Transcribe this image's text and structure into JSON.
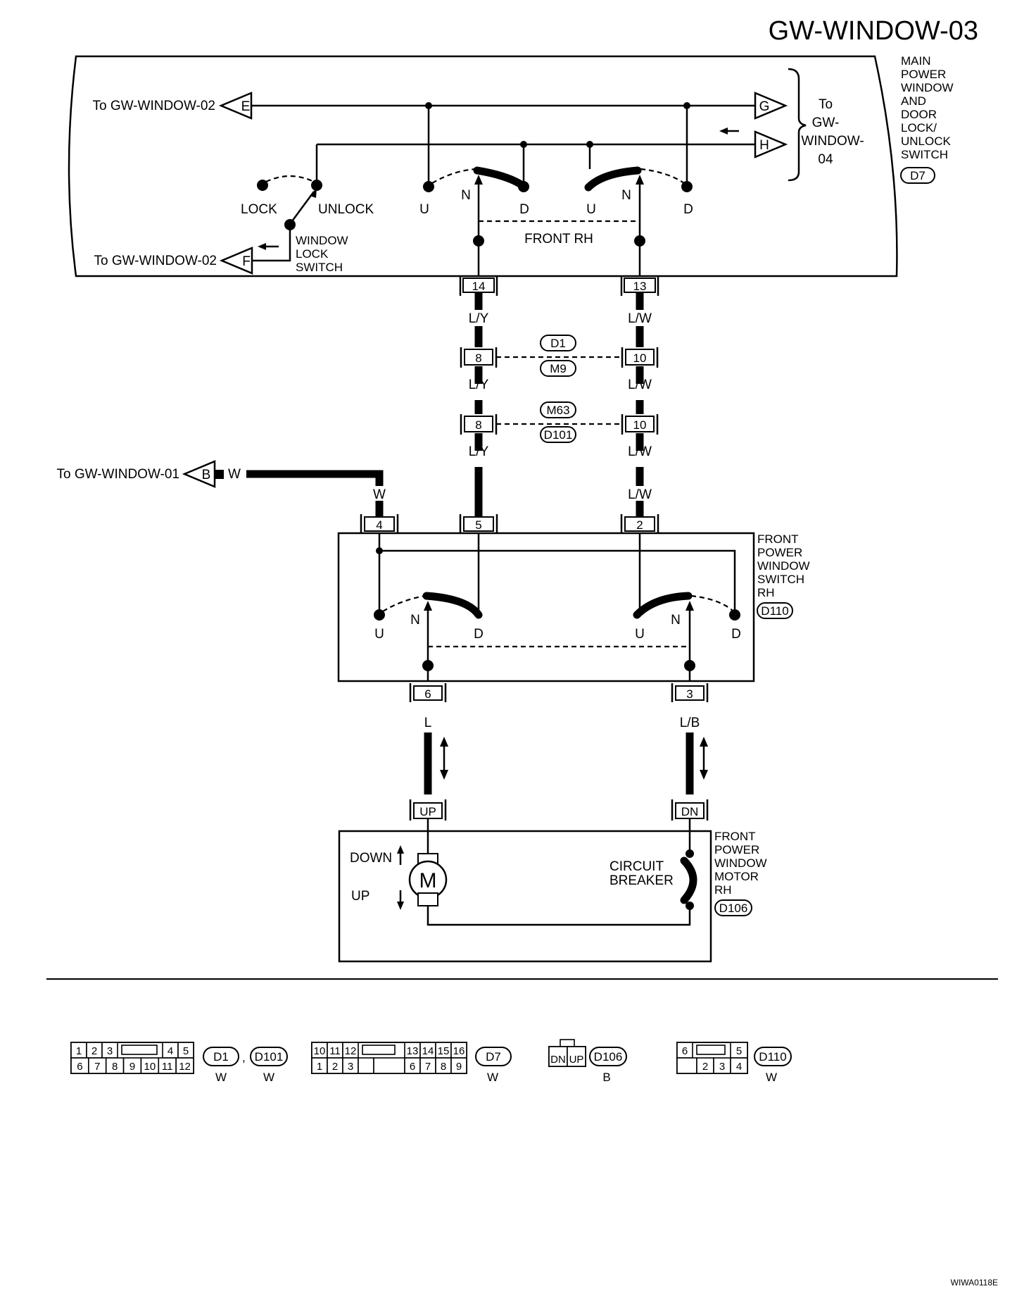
{
  "page": {
    "title": "GW-WINDOW-03",
    "figure_code": "WIWA0118E"
  },
  "main_switch": {
    "name_lines": [
      "MAIN",
      "POWER",
      "WINDOW",
      "AND",
      "DOOR",
      "LOCK/",
      "UNLOCK",
      "SWITCH"
    ],
    "connector": "D7",
    "to_label_lines": [
      "To",
      "GW-",
      "WINDOW-",
      "04"
    ],
    "left_top_ref": "To GW-WINDOW-02",
    "left_bottom_ref": "To GW-WINDOW-02",
    "connector_E": "E",
    "connector_F": "F",
    "connector_G": "G",
    "connector_H": "H",
    "lock_label": "LOCK",
    "unlock_label": "UNLOCK",
    "window_lock_lines": [
      "WINDOW",
      "LOCK",
      "SWITCH"
    ],
    "front_rh_label": "FRONT RH",
    "contact_labels": {
      "u": "U",
      "n": "N",
      "d": "D"
    }
  },
  "wires": {
    "left": {
      "terminal_main": "14",
      "color_1": "L/Y",
      "pin_d1": "8",
      "color_2": "L/Y",
      "pin_m63": "8",
      "color_3": "L/Y",
      "terminal_switch": "5"
    },
    "right": {
      "terminal_main": "13",
      "color_1": "L/W",
      "pin_d1": "10",
      "color_2": "L/W",
      "pin_m63": "10",
      "color_3": "L/W",
      "color_4": "L/W",
      "terminal_switch": "2"
    },
    "junction_1_top": "D1",
    "junction_1_bottom": "M9",
    "junction_2_top": "M63",
    "junction_2_bottom": "D101",
    "power_ref": "To GW-WINDOW-01",
    "power_connector": "B",
    "power_color": "W",
    "power_color_2": "W",
    "power_terminal": "4"
  },
  "front_switch": {
    "name_lines": [
      "FRONT",
      "POWER",
      "WINDOW",
      "SWITCH",
      "RH"
    ],
    "connector": "D110",
    "contact_labels": {
      "u": "U",
      "n": "N",
      "d": "D"
    },
    "terminal_left": "6",
    "terminal_right": "3",
    "color_left": "L",
    "color_right": "L/B"
  },
  "motor": {
    "name_lines": [
      "FRONT",
      "POWER",
      "WINDOW",
      "MOTOR",
      "RH"
    ],
    "connector": "D106",
    "terminal_up": "UP",
    "terminal_dn": "DN",
    "down_label": "DOWN",
    "up_label": "UP",
    "motor_symbol": "M",
    "breaker_lines": [
      "CIRCUIT",
      "BREAKER"
    ]
  },
  "connector_views": {
    "c1": {
      "top": [
        "1",
        "2",
        "3",
        "4",
        "5"
      ],
      "bottom": [
        "6",
        "7",
        "8",
        "9",
        "10",
        "11",
        "12"
      ],
      "ids": [
        "D1",
        "D101"
      ],
      "separator": ",",
      "colors": [
        "W",
        "W"
      ]
    },
    "c2": {
      "top": [
        "10",
        "11",
        "12",
        "13",
        "14",
        "15",
        "16"
      ],
      "bottom": [
        "1",
        "2",
        "3",
        "6",
        "7",
        "8",
        "9"
      ],
      "id": "D7",
      "color": "W"
    },
    "c3": {
      "cells": [
        "DN",
        "UP"
      ],
      "id": "D106",
      "color": "B"
    },
    "c4": {
      "top": [
        "6",
        "5"
      ],
      "bottom": [
        "2",
        "3",
        "4"
      ],
      "id": "D110",
      "color": "W"
    }
  }
}
